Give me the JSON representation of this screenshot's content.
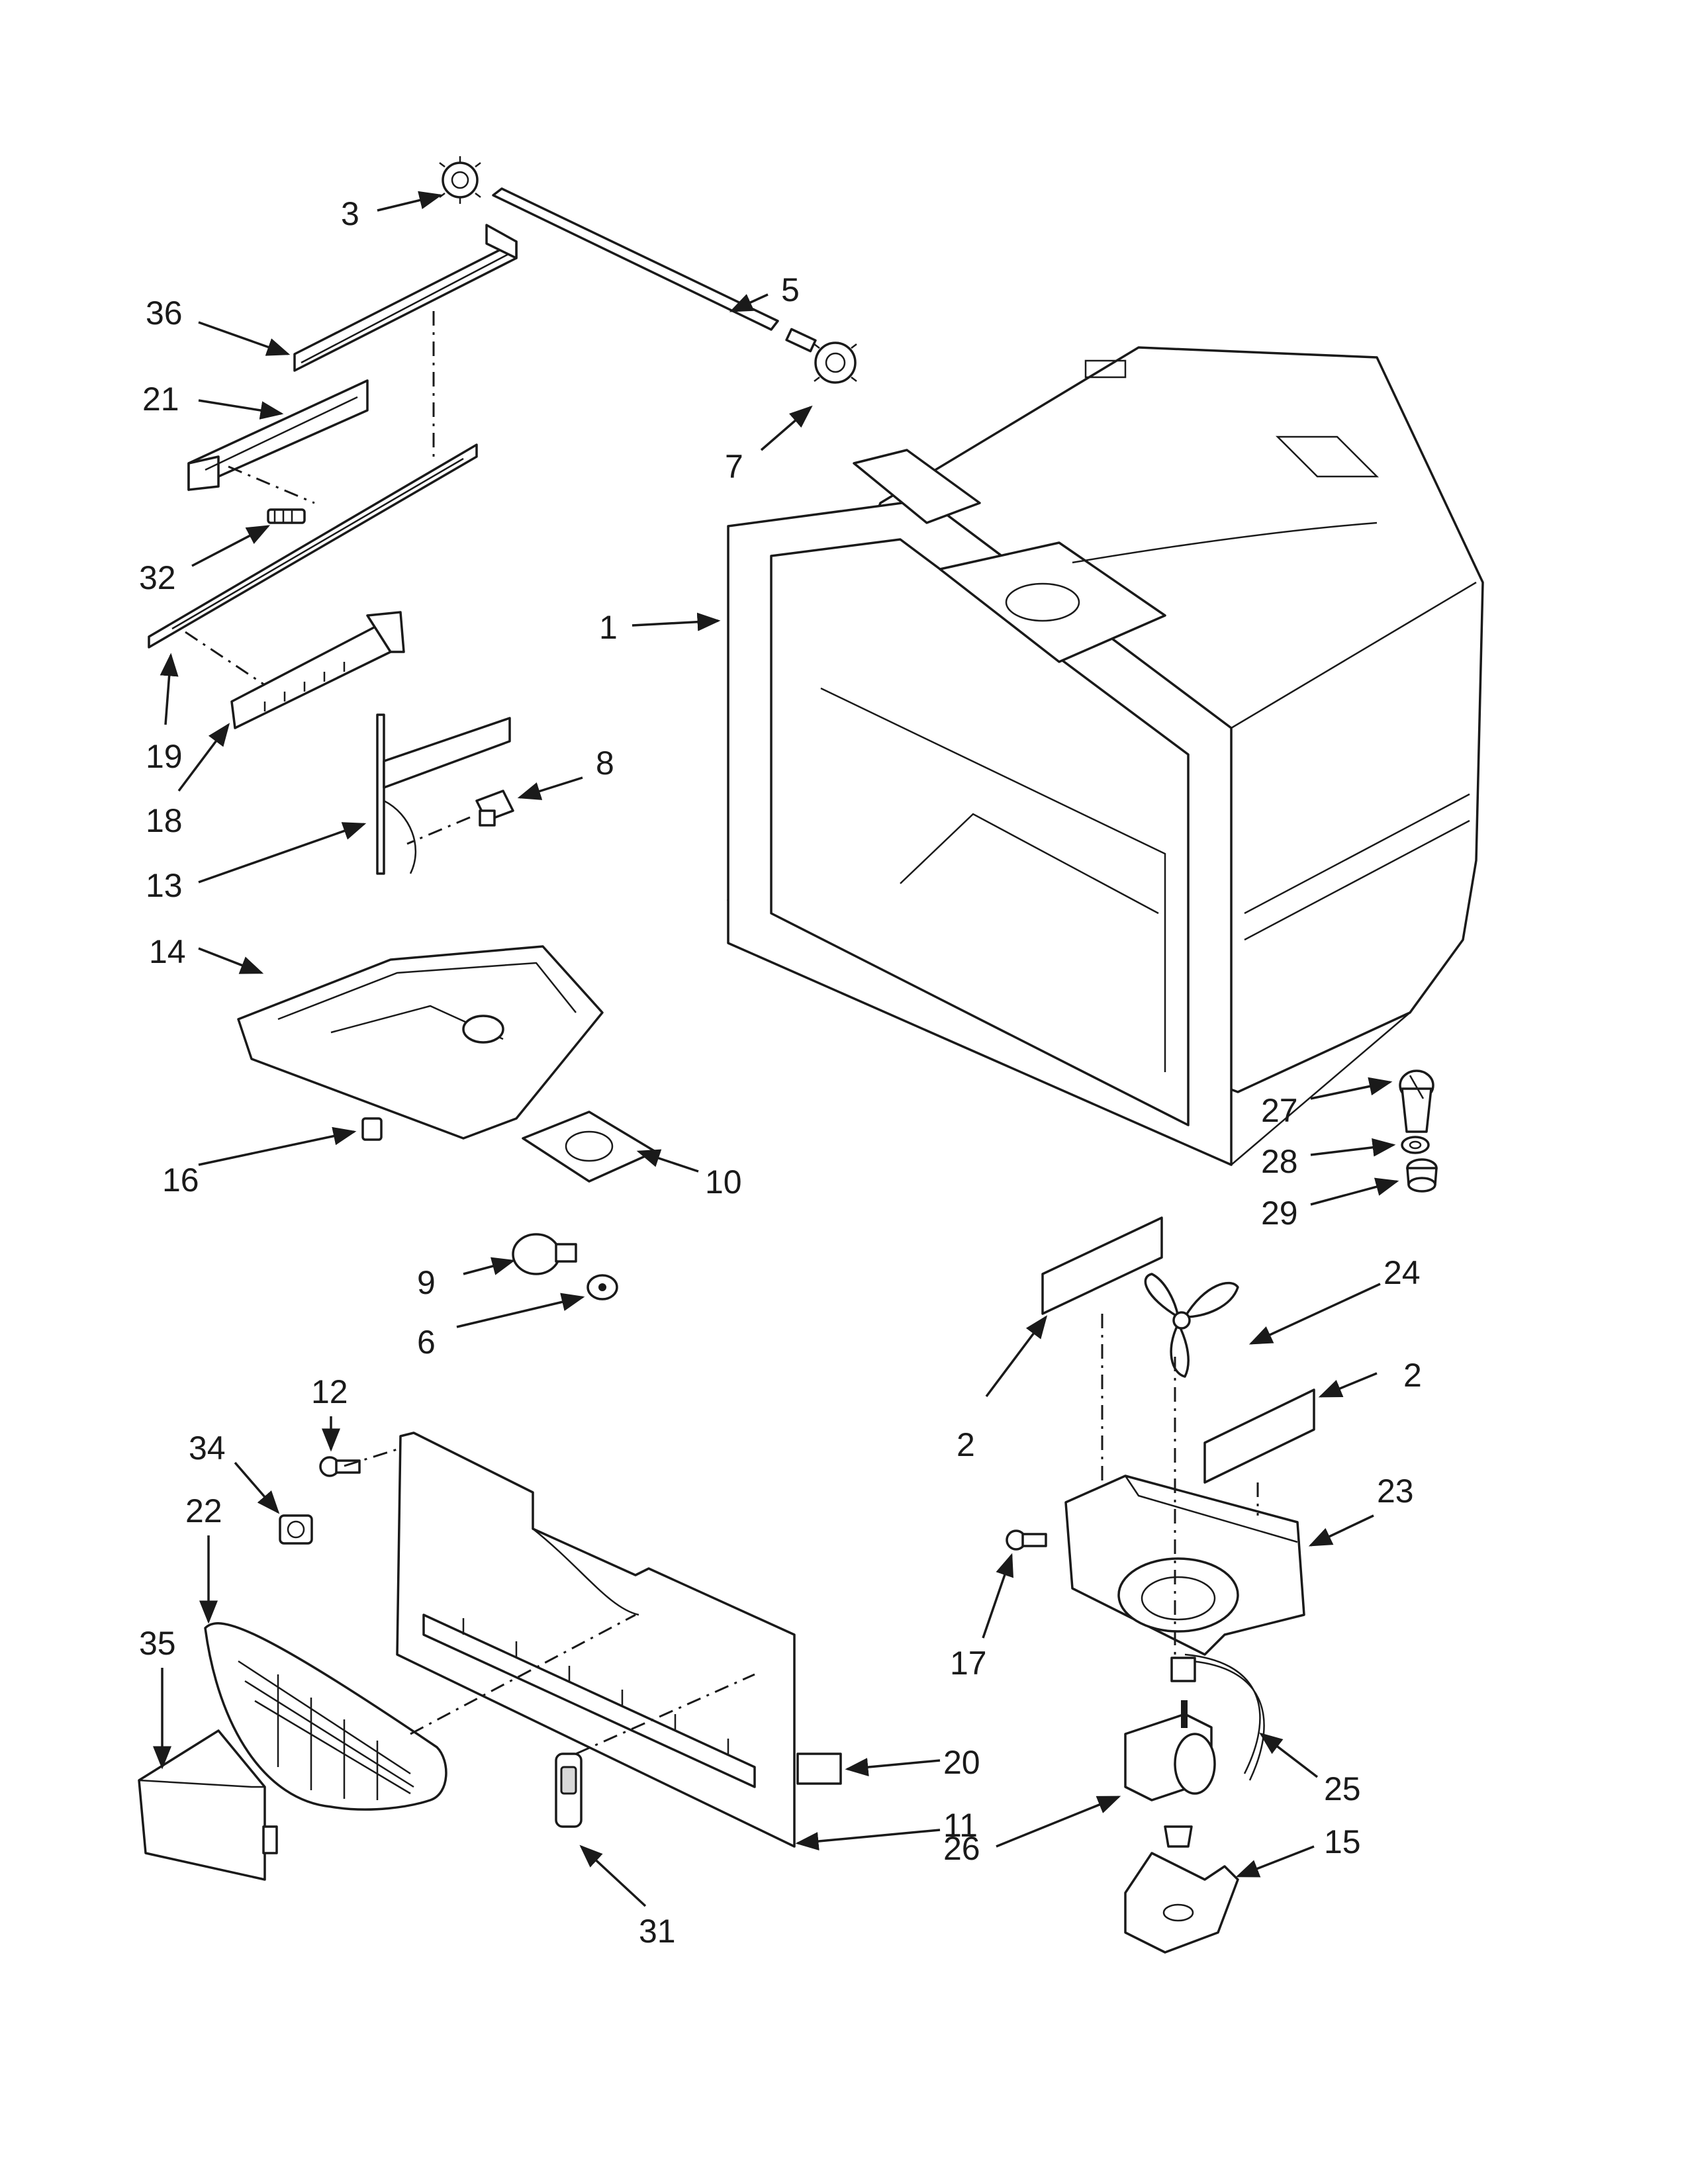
{
  "callouts": [
    {
      "id": "c3",
      "text": "3"
    },
    {
      "id": "c5",
      "text": "5"
    },
    {
      "id": "c36",
      "text": "36"
    },
    {
      "id": "c21",
      "text": "21"
    },
    {
      "id": "c7",
      "text": "7"
    },
    {
      "id": "c32",
      "text": "32"
    },
    {
      "id": "c1",
      "text": "1"
    },
    {
      "id": "c19",
      "text": "19"
    },
    {
      "id": "c8",
      "text": "8"
    },
    {
      "id": "c18",
      "text": "18"
    },
    {
      "id": "c13",
      "text": "13"
    },
    {
      "id": "c14",
      "text": "14"
    },
    {
      "id": "c27",
      "text": "27"
    },
    {
      "id": "c28",
      "text": "28"
    },
    {
      "id": "c16",
      "text": "16"
    },
    {
      "id": "c10",
      "text": "10"
    },
    {
      "id": "c29",
      "text": "29"
    },
    {
      "id": "c9",
      "text": "9"
    },
    {
      "id": "c24",
      "text": "24"
    },
    {
      "id": "c6",
      "text": "6"
    },
    {
      "id": "c12",
      "text": "12"
    },
    {
      "id": "c2a",
      "text": "2"
    },
    {
      "id": "c2b",
      "text": "2"
    },
    {
      "id": "c34",
      "text": "34"
    },
    {
      "id": "c22",
      "text": "22"
    },
    {
      "id": "c23",
      "text": "23"
    },
    {
      "id": "c35",
      "text": "35"
    },
    {
      "id": "c17",
      "text": "17"
    },
    {
      "id": "c20",
      "text": "20"
    },
    {
      "id": "c25",
      "text": "25"
    },
    {
      "id": "c11",
      "text": "11"
    },
    {
      "id": "c26",
      "text": "26"
    },
    {
      "id": "c15",
      "text": "15"
    },
    {
      "id": "c31",
      "text": "31"
    }
  ]
}
